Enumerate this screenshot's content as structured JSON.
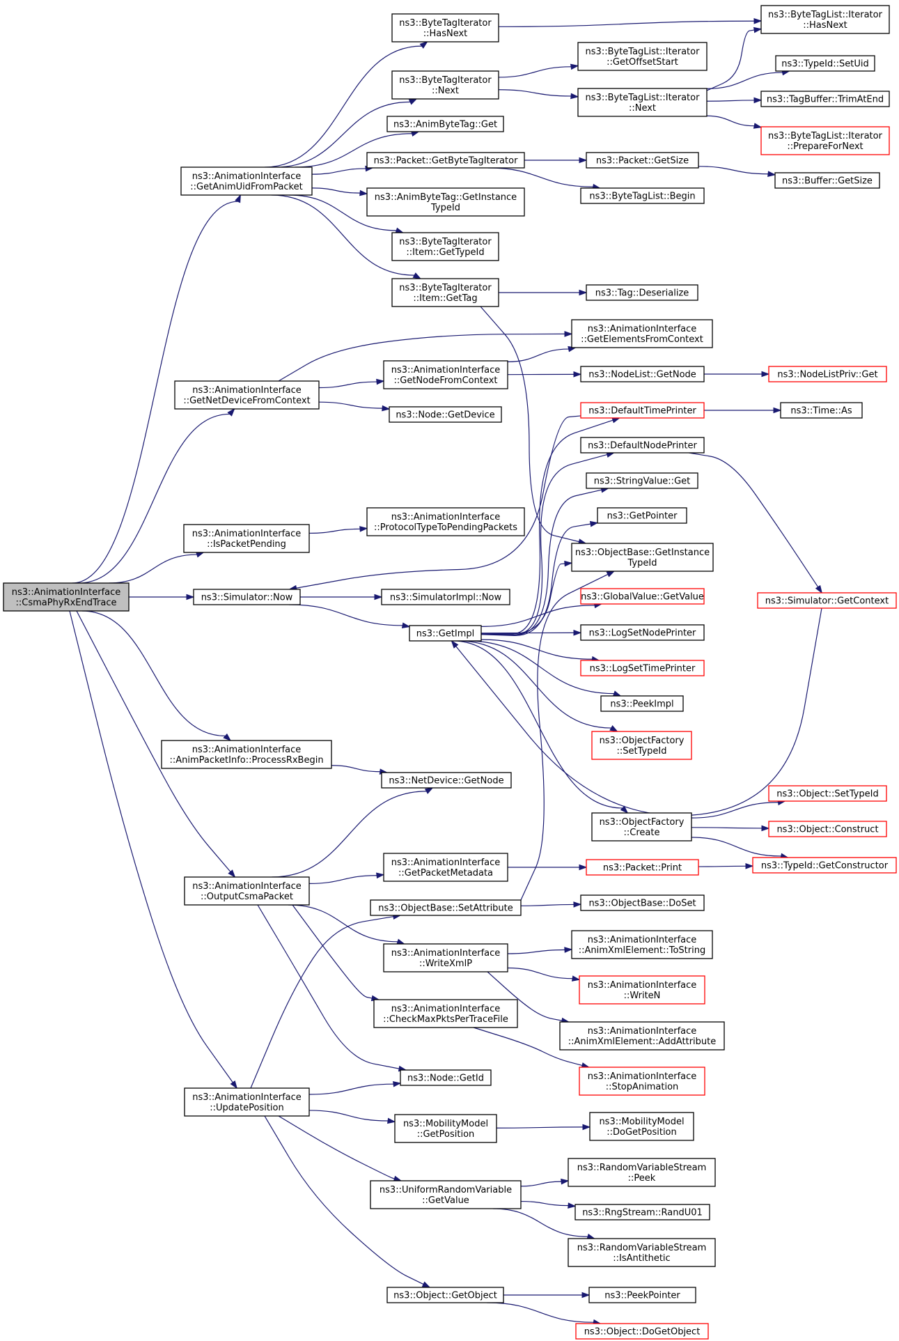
{
  "colors": {
    "edge": "#191970",
    "node_border": "#000000",
    "node_border_truncated": "#ff0000",
    "node_fill": "#ffffff",
    "root_fill": "#bfbfbf"
  },
  "nodes": [
    {
      "id": "root",
      "lines": [
        "ns3::AnimationInterface",
        "::CsmaPhyRxEndTrace"
      ],
      "root": true
    },
    {
      "id": "getAnimUid",
      "lines": [
        "ns3::AnimationInterface",
        "::GetAnimUidFromPacket"
      ]
    },
    {
      "id": "getNetDevice",
      "lines": [
        "ns3::AnimationInterface",
        "::GetNetDeviceFromContext"
      ]
    },
    {
      "id": "isPacketPending",
      "lines": [
        "ns3::AnimationInterface",
        "::IsPacketPending"
      ]
    },
    {
      "id": "simNow",
      "lines": [
        "ns3::Simulator::Now"
      ]
    },
    {
      "id": "processRxBegin",
      "lines": [
        "ns3::AnimationInterface",
        "::AnimPacketInfo::ProcessRxBegin"
      ]
    },
    {
      "id": "outputCsma",
      "lines": [
        "ns3::AnimationInterface",
        "::OutputCsmaPacket"
      ]
    },
    {
      "id": "updatePosition",
      "lines": [
        "ns3::AnimationInterface",
        "::UpdatePosition"
      ]
    },
    {
      "id": "btiHasNext",
      "lines": [
        "ns3::ByteTagIterator",
        "::HasNext"
      ]
    },
    {
      "id": "btiNext",
      "lines": [
        "ns3::ByteTagIterator",
        "::Next"
      ]
    },
    {
      "id": "animByteTagGet",
      "lines": [
        "ns3::AnimByteTag::Get"
      ]
    },
    {
      "id": "packetGetBti",
      "lines": [
        "ns3::Packet::GetByteTagIterator"
      ]
    },
    {
      "id": "animByteTagGetInst",
      "lines": [
        "ns3::AnimByteTag::GetInstance",
        "TypeId"
      ]
    },
    {
      "id": "btiItemGetTypeId",
      "lines": [
        "ns3::ByteTagIterator",
        "::Item::GetTypeId"
      ]
    },
    {
      "id": "btiItemGetTag",
      "lines": [
        "ns3::ByteTagIterator",
        "::Item::GetTag"
      ]
    },
    {
      "id": "getNodeFromContext",
      "lines": [
        "ns3::AnimationInterface",
        "::GetNodeFromContext"
      ]
    },
    {
      "id": "nodeGetDevice",
      "lines": [
        "ns3::Node::GetDevice"
      ]
    },
    {
      "id": "protoToPending",
      "lines": [
        "ns3::AnimationInterface",
        "::ProtocolTypeToPendingPackets"
      ]
    },
    {
      "id": "simImplNow",
      "lines": [
        "ns3::SimulatorImpl::Now"
      ]
    },
    {
      "id": "getImpl",
      "lines": [
        "ns3::GetImpl"
      ]
    },
    {
      "id": "netDeviceGetNode",
      "lines": [
        "ns3::NetDevice::GetNode"
      ]
    },
    {
      "id": "getPacketMetadata",
      "lines": [
        "ns3::AnimationInterface",
        "::GetPacketMetadata"
      ]
    },
    {
      "id": "objSetAttribute",
      "lines": [
        "ns3::ObjectBase::SetAttribute"
      ]
    },
    {
      "id": "writeXmlP",
      "lines": [
        "ns3::AnimationInterface",
        "::WriteXmlP"
      ]
    },
    {
      "id": "checkMaxPkts",
      "lines": [
        "ns3::AnimationInterface",
        "::CheckMaxPktsPerTraceFile"
      ]
    },
    {
      "id": "nodeGetId",
      "lines": [
        "ns3::Node::GetId"
      ]
    },
    {
      "id": "mobGetPosition",
      "lines": [
        "ns3::MobilityModel",
        "::GetPosition"
      ]
    },
    {
      "id": "urvGetValue",
      "lines": [
        "ns3::UniformRandomVariable",
        "::GetValue"
      ]
    },
    {
      "id": "objGetObject",
      "lines": [
        "ns3::Object::GetObject"
      ]
    },
    {
      "id": "btlGetOffsetStart",
      "lines": [
        "ns3::ByteTagList::Iterator",
        "::GetOffsetStart"
      ]
    },
    {
      "id": "btlNext",
      "lines": [
        "ns3::ByteTagList::Iterator",
        "::Next"
      ]
    },
    {
      "id": "packetGetSize",
      "lines": [
        "ns3::Packet::GetSize"
      ]
    },
    {
      "id": "btlBegin",
      "lines": [
        "ns3::ByteTagList::Begin"
      ]
    },
    {
      "id": "tagDeserialize",
      "lines": [
        "ns3::Tag::Deserialize"
      ]
    },
    {
      "id": "getElementsFromContext",
      "lines": [
        "ns3::AnimationInterface",
        "::GetElementsFromContext"
      ]
    },
    {
      "id": "nodeListGetNode",
      "lines": [
        "ns3::NodeList::GetNode"
      ]
    },
    {
      "id": "defaultTimePrinter",
      "lines": [
        "ns3::DefaultTimePrinter"
      ],
      "truncated": true
    },
    {
      "id": "defaultNodePrinter",
      "lines": [
        "ns3::DefaultNodePrinter"
      ]
    },
    {
      "id": "stringValueGet",
      "lines": [
        "ns3::StringValue::Get"
      ]
    },
    {
      "id": "getPointer",
      "lines": [
        "ns3::GetPointer"
      ]
    },
    {
      "id": "objBaseGetInstTypeId",
      "lines": [
        "ns3::ObjectBase::GetInstance",
        "TypeId"
      ]
    },
    {
      "id": "globalValueGetValue",
      "lines": [
        "ns3::GlobalValue::GetValue"
      ],
      "truncated": true
    },
    {
      "id": "logSetNodePrinter",
      "lines": [
        "ns3::LogSetNodePrinter"
      ]
    },
    {
      "id": "logSetTimePrinter",
      "lines": [
        "ns3::LogSetTimePrinter"
      ],
      "truncated": true
    },
    {
      "id": "peekImpl",
      "lines": [
        "ns3::PeekImpl"
      ]
    },
    {
      "id": "objFactorySetTypeId",
      "lines": [
        "ns3::ObjectFactory",
        "::SetTypeId"
      ],
      "truncated": true
    },
    {
      "id": "objFactoryCreate",
      "lines": [
        "ns3::ObjectFactory",
        "::Create"
      ]
    },
    {
      "id": "packetPrint",
      "lines": [
        "ns3::Packet::Print"
      ],
      "truncated": true
    },
    {
      "id": "objBaseDoSet",
      "lines": [
        "ns3::ObjectBase::DoSet"
      ]
    },
    {
      "id": "animXmlToString",
      "lines": [
        "ns3::AnimationInterface",
        "::AnimXmlElement::ToString"
      ]
    },
    {
      "id": "writeN",
      "lines": [
        "ns3::AnimationInterface",
        "::WriteN"
      ],
      "truncated": true
    },
    {
      "id": "animXmlAddAttr",
      "lines": [
        "ns3::AnimationInterface",
        "::AnimXmlElement::AddAttribute"
      ]
    },
    {
      "id": "stopAnimation",
      "lines": [
        "ns3::AnimationInterface",
        "::StopAnimation"
      ],
      "truncated": true
    },
    {
      "id": "mobDoGetPosition",
      "lines": [
        "ns3::MobilityModel",
        "::DoGetPosition"
      ]
    },
    {
      "id": "rvsPeek",
      "lines": [
        "ns3::RandomVariableStream",
        "::Peek"
      ]
    },
    {
      "id": "rngRandU01",
      "lines": [
        "ns3::RngStream::RandU01"
      ]
    },
    {
      "id": "rvsIsAntithetic",
      "lines": [
        "ns3::RandomVariableStream",
        "::IsAntithetic"
      ]
    },
    {
      "id": "peekPointer",
      "lines": [
        "ns3::PeekPointer"
      ]
    },
    {
      "id": "objDoGetObject",
      "lines": [
        "ns3::Object::DoGetObject"
      ],
      "truncated": true
    },
    {
      "id": "btlHasNext",
      "lines": [
        "ns3::ByteTagList::Iterator",
        "::HasNext"
      ]
    },
    {
      "id": "typeIdSetUid",
      "lines": [
        "ns3::TypeId::SetUid"
      ]
    },
    {
      "id": "tagBufferTrimAtEnd",
      "lines": [
        "ns3::TagBuffer::TrimAtEnd"
      ]
    },
    {
      "id": "btlPrepareForNext",
      "lines": [
        "ns3::ByteTagList::Iterator",
        "::PrepareForNext"
      ],
      "truncated": true
    },
    {
      "id": "bufferGetSize",
      "lines": [
        "ns3::Buffer::GetSize"
      ]
    },
    {
      "id": "nodeListPrivGet",
      "lines": [
        "ns3::NodeListPriv::Get"
      ],
      "truncated": true
    },
    {
      "id": "timeAs",
      "lines": [
        "ns3::Time::As"
      ]
    },
    {
      "id": "simGetContext",
      "lines": [
        "ns3::Simulator::GetContext"
      ],
      "truncated": true
    },
    {
      "id": "objSetTypeId",
      "lines": [
        "ns3::Object::SetTypeId"
      ],
      "truncated": true
    },
    {
      "id": "objConstruct",
      "lines": [
        "ns3::Object::Construct"
      ],
      "truncated": true
    },
    {
      "id": "typeIdGetConstructor",
      "lines": [
        "ns3::TypeId::GetConstructor"
      ],
      "truncated": true
    }
  ],
  "edges": [
    [
      "root",
      "getAnimUid"
    ],
    [
      "root",
      "getNetDevice"
    ],
    [
      "root",
      "isPacketPending"
    ],
    [
      "root",
      "simNow"
    ],
    [
      "root",
      "processRxBegin"
    ],
    [
      "root",
      "outputCsma"
    ],
    [
      "root",
      "updatePosition"
    ],
    [
      "getAnimUid",
      "btiHasNext"
    ],
    [
      "getAnimUid",
      "btiNext"
    ],
    [
      "getAnimUid",
      "animByteTagGet"
    ],
    [
      "getAnimUid",
      "packetGetBti"
    ],
    [
      "getAnimUid",
      "animByteTagGetInst"
    ],
    [
      "getAnimUid",
      "btiItemGetTypeId"
    ],
    [
      "getAnimUid",
      "btiItemGetTag"
    ],
    [
      "btiHasNext",
      "btlHasNext"
    ],
    [
      "btiNext",
      "btlGetOffsetStart"
    ],
    [
      "btiNext",
      "btlNext"
    ],
    [
      "btlNext",
      "btlHasNext"
    ],
    [
      "btlNext",
      "typeIdSetUid"
    ],
    [
      "btlNext",
      "tagBufferTrimAtEnd"
    ],
    [
      "btlNext",
      "btlPrepareForNext"
    ],
    [
      "packetGetBti",
      "packetGetSize"
    ],
    [
      "packetGetBti",
      "btlBegin"
    ],
    [
      "packetGetSize",
      "bufferGetSize"
    ],
    [
      "btiItemGetTag",
      "tagDeserialize"
    ],
    [
      "btiItemGetTag",
      "objBaseGetInstTypeId"
    ],
    [
      "getNetDevice",
      "getElementsFromContext"
    ],
    [
      "getNetDevice",
      "getNodeFromContext"
    ],
    [
      "getNetDevice",
      "nodeGetDevice"
    ],
    [
      "getNodeFromContext",
      "getElementsFromContext"
    ],
    [
      "getNodeFromContext",
      "nodeListGetNode"
    ],
    [
      "nodeListGetNode",
      "nodeListPrivGet"
    ],
    [
      "isPacketPending",
      "protoToPending"
    ],
    [
      "simNow",
      "simImplNow"
    ],
    [
      "simNow",
      "getImpl"
    ],
    [
      "getImpl",
      "defaultTimePrinter"
    ],
    [
      "getImpl",
      "defaultNodePrinter"
    ],
    [
      "getImpl",
      "stringValueGet"
    ],
    [
      "getImpl",
      "getPointer"
    ],
    [
      "getImpl",
      "objBaseGetInstTypeId"
    ],
    [
      "getImpl",
      "globalValueGetValue"
    ],
    [
      "getImpl",
      "logSetNodePrinter"
    ],
    [
      "getImpl",
      "logSetTimePrinter"
    ],
    [
      "getImpl",
      "peekImpl"
    ],
    [
      "getImpl",
      "objFactorySetTypeId"
    ],
    [
      "getImpl",
      "objFactoryCreate"
    ],
    [
      "defaultTimePrinter",
      "simNow"
    ],
    [
      "defaultTimePrinter",
      "timeAs"
    ],
    [
      "defaultNodePrinter",
      "simGetContext"
    ],
    [
      "simGetContext",
      "getImpl"
    ],
    [
      "objFactoryCreate",
      "objSetTypeId"
    ],
    [
      "objFactoryCreate",
      "objConstruct"
    ],
    [
      "objFactoryCreate",
      "typeIdGetConstructor"
    ],
    [
      "processRxBegin",
      "netDeviceGetNode"
    ],
    [
      "outputCsma",
      "netDeviceGetNode"
    ],
    [
      "outputCsma",
      "getPacketMetadata"
    ],
    [
      "outputCsma",
      "writeXmlP"
    ],
    [
      "outputCsma",
      "checkMaxPkts"
    ],
    [
      "outputCsma",
      "nodeGetId"
    ],
    [
      "getPacketMetadata",
      "packetPrint"
    ],
    [
      "packetPrint",
      "typeIdGetConstructor"
    ],
    [
      "writeXmlP",
      "animXmlToString"
    ],
    [
      "writeXmlP",
      "writeN"
    ],
    [
      "writeXmlP",
      "animXmlAddAttr"
    ],
    [
      "checkMaxPkts",
      "stopAnimation"
    ],
    [
      "updatePosition",
      "objSetAttribute"
    ],
    [
      "updatePosition",
      "nodeGetId"
    ],
    [
      "updatePosition",
      "mobGetPosition"
    ],
    [
      "updatePosition",
      "urvGetValue"
    ],
    [
      "updatePosition",
      "objGetObject"
    ],
    [
      "objSetAttribute",
      "objBaseDoSet"
    ],
    [
      "objSetAttribute",
      "objBaseGetInstTypeId"
    ],
    [
      "mobGetPosition",
      "mobDoGetPosition"
    ],
    [
      "urvGetValue",
      "rvsPeek"
    ],
    [
      "urvGetValue",
      "rngRandU01"
    ],
    [
      "urvGetValue",
      "rvsIsAntithetic"
    ],
    [
      "objGetObject",
      "peekPointer"
    ],
    [
      "objGetObject",
      "objDoGetObject"
    ]
  ]
}
